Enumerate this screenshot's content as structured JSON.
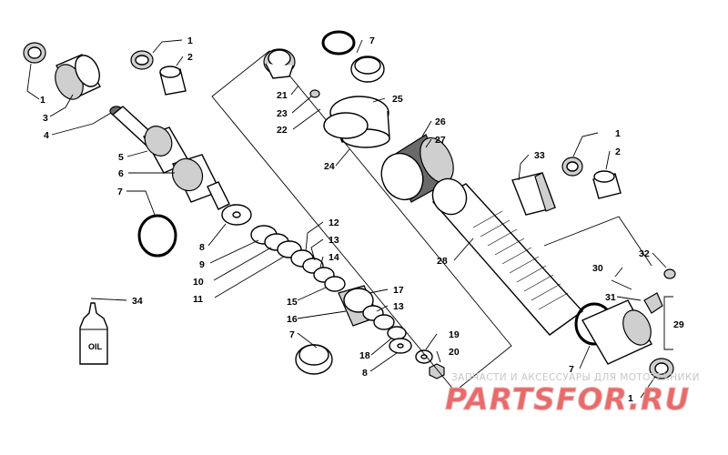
{
  "diagram": {
    "callouts": {
      "c1a": "1",
      "c1b": "1",
      "c1c": "1",
      "c1d": "1",
      "c2a": "2",
      "c2b": "2",
      "c3": "3",
      "c4": "4",
      "c5": "5",
      "c6": "6",
      "c7a": "7",
      "c7b": "7",
      "c7c": "7",
      "c7d": "7",
      "c8a": "8",
      "c8b": "8",
      "c9": "9",
      "c10": "10",
      "c11": "11",
      "c12": "12",
      "c13a": "13",
      "c13b": "13",
      "c14": "14",
      "c15": "15",
      "c16": "16",
      "c17": "17",
      "c18": "18",
      "c19": "19",
      "c20": "20",
      "c21": "21",
      "c22": "22",
      "c23": "23",
      "c24": "24",
      "c25": "25",
      "c26": "26",
      "c27": "27",
      "c28": "28",
      "c29": "29",
      "c30": "30",
      "c31": "31",
      "c32": "32",
      "c33": "33",
      "c34": "34"
    },
    "oil_bottle_label": "OIL"
  },
  "watermark": {
    "caption": "ЗАПЧАСТИ И АКСЕССУАРЫ ДЛЯ МОТОТЕХНИКИ",
    "logo": "PARTSFOR.RU",
    "logo_color": "#e86a6a"
  }
}
